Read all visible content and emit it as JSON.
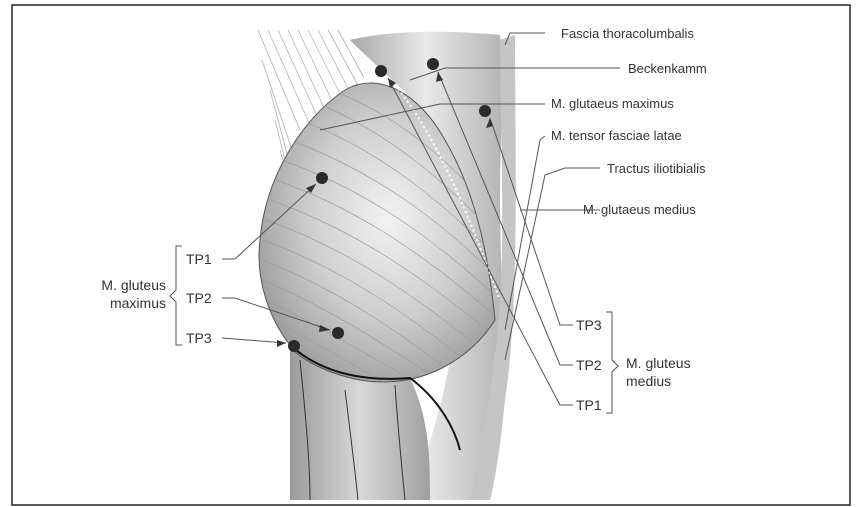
{
  "labels_right": {
    "fascia": "Fascia thoracolumbalis",
    "beckenkamm": "Beckenkamm",
    "glut_max": "M. glutaeus maximus",
    "tensor": "M. tensor fasciae latae",
    "tractus": "Tractus iliotibialis",
    "glut_med": "M. glutaeus medius"
  },
  "left_group": {
    "name_line1": "M. gluteus",
    "name_line2": "maximus",
    "tp1": "TP1",
    "tp2": "TP2",
    "tp3": "TP3"
  },
  "right_group": {
    "name_line1": "M. gluteus",
    "name_line2": "medius",
    "tp3": "TP3",
    "tp2": "TP2",
    "tp1": "TP1"
  },
  "colors": {
    "ink": "#333333",
    "muscle_light": "#dcdcdc",
    "muscle_mid": "#bdbdbd",
    "muscle_dark": "#8f8f8f",
    "point": "#2a2a2a"
  }
}
